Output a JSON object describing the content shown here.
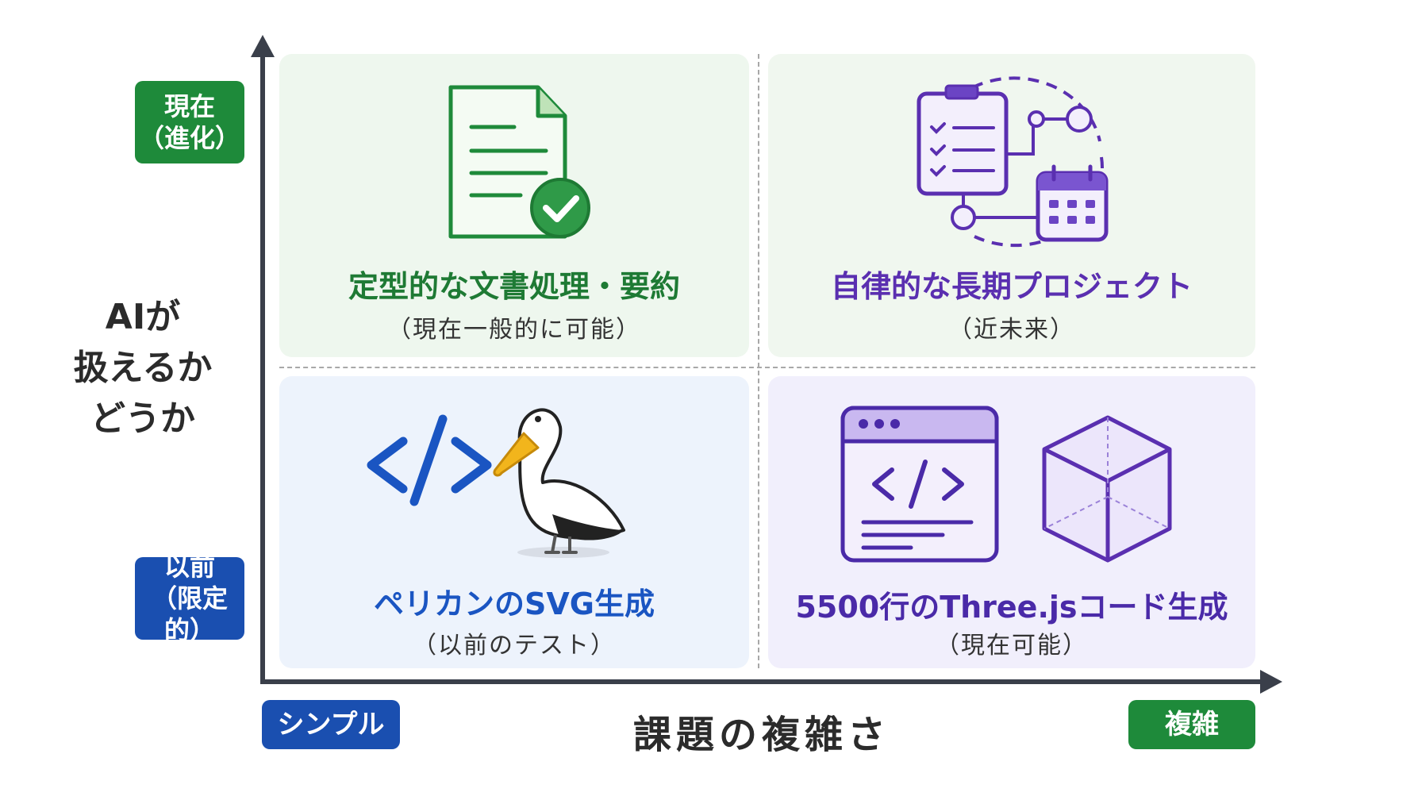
{
  "y_axis": {
    "title_lines": [
      "AIが",
      "扱えるか",
      "どうか"
    ],
    "top_badge": [
      "現在",
      "（進化）"
    ],
    "bottom_badge": [
      "以前",
      "（限定的）"
    ]
  },
  "x_axis": {
    "title": "課題の複雑さ",
    "left_badge": "シンプル",
    "right_badge": "複雑"
  },
  "quadrants": {
    "top_left": {
      "title": "定型的な文書処理・要約",
      "subtitle": "（現在一般的に可能）",
      "icon": "document-check-icon"
    },
    "top_right": {
      "title": "自律的な長期プロジェクト",
      "subtitle": "（近未来）",
      "icon": "checklist-calendar-icon"
    },
    "bottom_left": {
      "title": "ペリカンのSVG生成",
      "subtitle": "（以前のテスト）",
      "icon": "code-pelican-icon"
    },
    "bottom_right": {
      "title": "5500行のThree.jsコード生成",
      "subtitle": "（現在可能）",
      "icon": "code-window-cube-icon"
    }
  },
  "colors": {
    "green": "#1e8a3a",
    "blue": "#1a4fb0",
    "purple": "#5a2fb0",
    "axis": "#3a3f4a"
  }
}
